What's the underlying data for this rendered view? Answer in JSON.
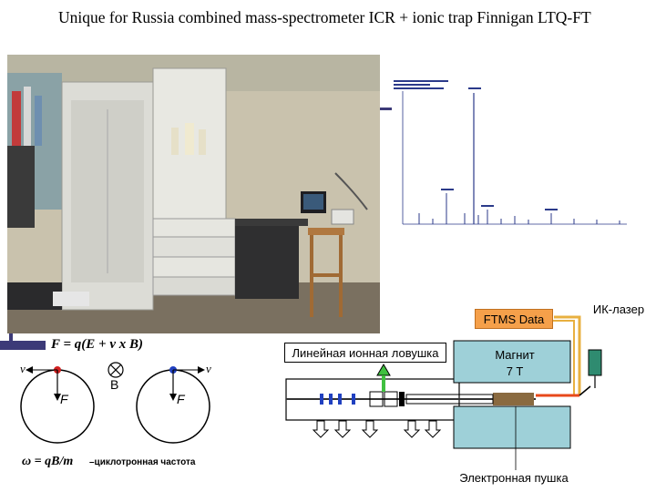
{
  "slide": {
    "title": "Unique for Russia combined mass-spectrometer  ICR + ionic trap Finnigan LTQ-FT"
  },
  "physics": {
    "lorentz_formula": "F = q(E + v x B)",
    "cyclotron_formula": "ω = qB/m",
    "cyclotron_caption": "–циклотронная частота",
    "label_v": "v",
    "label_F": "F",
    "label_B": "B"
  },
  "schematic": {
    "ftms_data_label": "FTMS Data",
    "ir_laser_label": "ИК-лазер",
    "linear_trap_label": "Линейная ионная ловушка",
    "magnet_label": "Магнит",
    "magnet_field": "7 T",
    "electron_gun_label": "Электронная пушка"
  },
  "colors": {
    "accent": "#3c3a78",
    "ftms_box": "#f5a04a",
    "magnet_box": "#9ed0d8",
    "laser": "#e8491b",
    "cable": "#e8b040",
    "dot": "#d22020",
    "arrow_blue": "#2040c0",
    "trap_green": "#40c040"
  }
}
